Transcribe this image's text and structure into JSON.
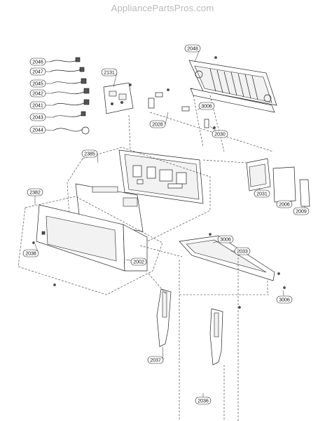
{
  "watermark": "AppliancePartsPros.com",
  "callouts": [
    "2046",
    "2047",
    "2045",
    "2042",
    "2041",
    "2043",
    "2044",
    "2131",
    "2048",
    "3006",
    "2028",
    "2030",
    "2385",
    "2031",
    "2006",
    "2009",
    "2382",
    "2038",
    "2002",
    "3006",
    "2033",
    "3006",
    "2037",
    "2036"
  ]
}
